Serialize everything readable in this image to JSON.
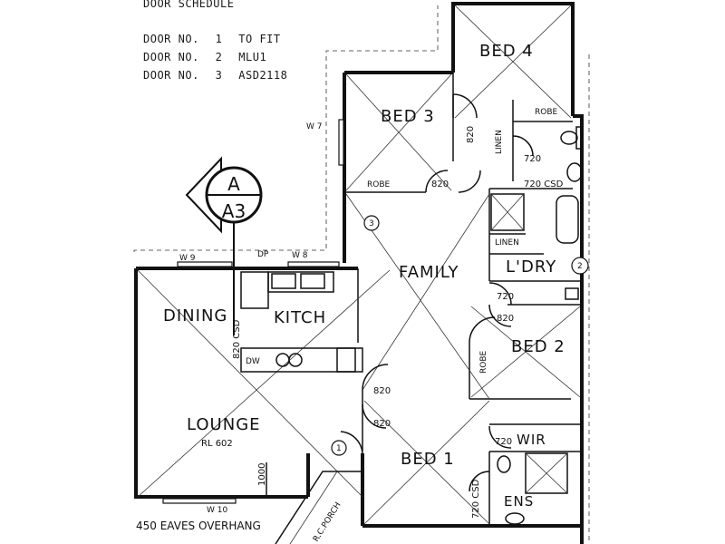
{
  "schedule": {
    "title": "DOOR SCHEDULE",
    "rows": [
      {
        "label": "DOOR NO.",
        "no": "1",
        "value": "TO FIT"
      },
      {
        "label": "DOOR NO.",
        "no": "2",
        "value": "MLU1"
      },
      {
        "label": "DOOR NO.",
        "no": "3",
        "value": "ASD2118"
      }
    ]
  },
  "section_marker": {
    "top": "A",
    "bottom": "A3"
  },
  "rooms": {
    "bed4": "BED 4",
    "bed3": "BED 3",
    "bed2": "BED 2",
    "bed1": "BED 1",
    "family": "FAMILY",
    "ldry": "L'DRY",
    "dining": "DINING",
    "kitch": "KITCH",
    "lounge": "LOUNGE",
    "lounge_rl": "RL 602",
    "wir": "WIR",
    "ens": "ENS",
    "porch": "R.C.PORCH"
  },
  "fixtures": {
    "robe": "ROBE",
    "linen": "LINEN",
    "dw": "DW"
  },
  "windows": {
    "w7": "W 7",
    "w8": "W 8",
    "w9": "W 9",
    "w10": "W 10",
    "dp": "DP"
  },
  "dims": {
    "d820": "820",
    "d720": "720",
    "d720csd": "720 CSD",
    "d820csd": "820 CSD",
    "d1000": "1000"
  },
  "door_tags": {
    "one": "1",
    "two": "2",
    "three": "3"
  },
  "notes": {
    "eaves": "450 EAVES OVERHANG"
  }
}
